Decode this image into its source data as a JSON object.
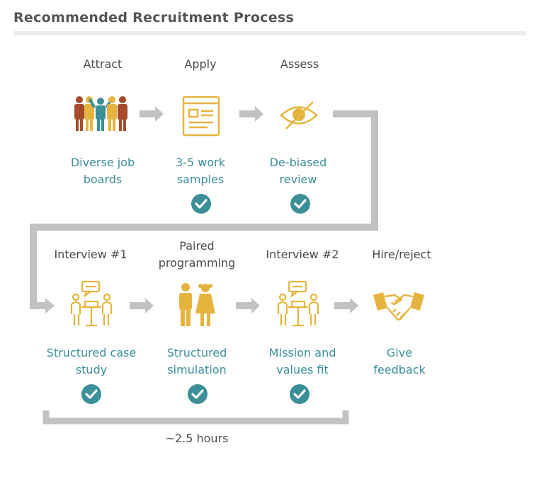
{
  "title": "Recommended Recruitment Process",
  "colors": {
    "teal": "#3b8f98",
    "gold": "#e6b43e",
    "connector": "#c2c2c2",
    "text": "#4a4a4a"
  },
  "row1": [
    {
      "stage": "Attract",
      "desc_line1": "Diverse job",
      "desc_line2": "boards",
      "icon": "diverse-people-icon",
      "checked": false
    },
    {
      "stage": "Apply",
      "desc_line1": "3-5 work",
      "desc_line2": "samples",
      "icon": "application-form-icon",
      "checked": true
    },
    {
      "stage": "Assess",
      "desc_line1": "De-biased",
      "desc_line2": "review",
      "icon": "crossed-out-eye-icon",
      "checked": true
    }
  ],
  "row2": [
    {
      "stage_line1": "",
      "stage_line2": "Interview #1",
      "desc_line1": "Structured case",
      "desc_line2": "study",
      "icon": "interview-icon",
      "checked": true
    },
    {
      "stage_line1": "Paired",
      "stage_line2": "programming",
      "desc_line1": "Structured",
      "desc_line2": "simulation",
      "icon": "pair-people-icon",
      "checked": true
    },
    {
      "stage_line1": "",
      "stage_line2": "Interview #2",
      "desc_line1": "MIssion and",
      "desc_line2": "values fit",
      "icon": "interview-icon",
      "checked": true
    },
    {
      "stage_line1": "",
      "stage_line2": "Hire/reject",
      "desc_line1": "Give",
      "desc_line2": "feedback",
      "icon": "handshake-icon",
      "checked": false
    }
  ],
  "duration_label": "~2.5 hours"
}
